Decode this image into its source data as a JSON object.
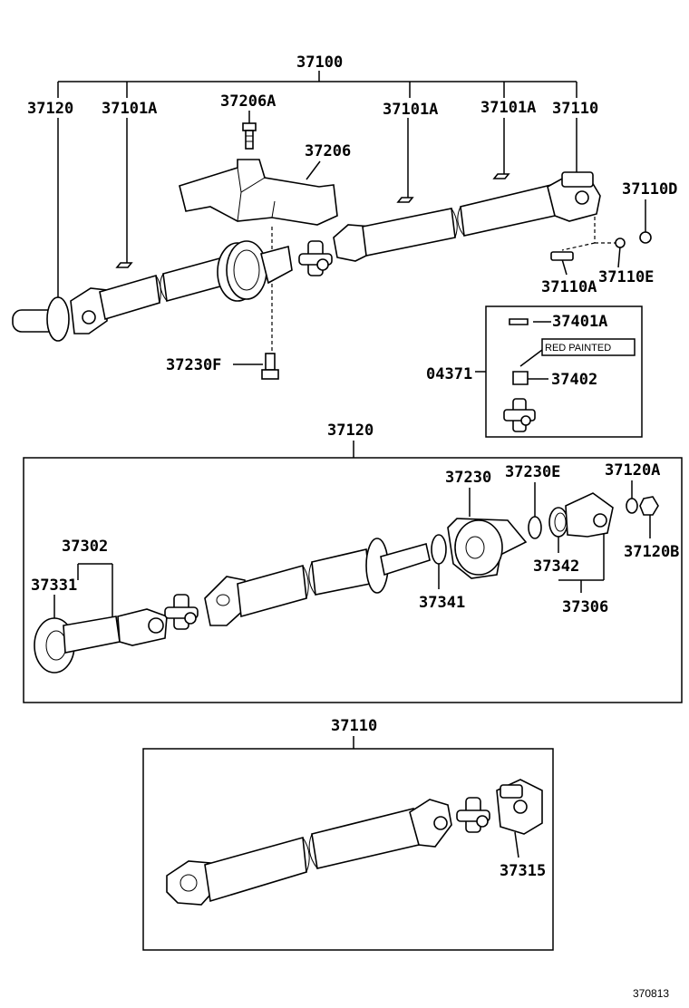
{
  "labels": {
    "assy": "37100",
    "top_37120": "37120",
    "top_37101A_1": "37101A",
    "top_37206A": "37206A",
    "top_37206": "37206",
    "top_37101A_2": "37101A",
    "top_37101A_3": "37101A",
    "top_37110": "37110",
    "top_37110D": "37110D",
    "top_37110A": "37110A",
    "top_37110E": "37110E",
    "top_37230F": "37230F",
    "kit_04371": "04371",
    "kit_37401A": "37401A",
    "kit_37402": "37402",
    "kit_note": "RED PAINTED",
    "mid_title": "37120",
    "mid_37230": "37230",
    "mid_37230E": "37230E",
    "mid_37120A": "37120A",
    "mid_37120B": "37120B",
    "mid_37302": "37302",
    "mid_37331": "37331",
    "mid_37342": "37342",
    "mid_37341": "37341",
    "mid_37306": "37306",
    "bot_title": "37110",
    "bot_37315": "37315",
    "code": "370813"
  }
}
